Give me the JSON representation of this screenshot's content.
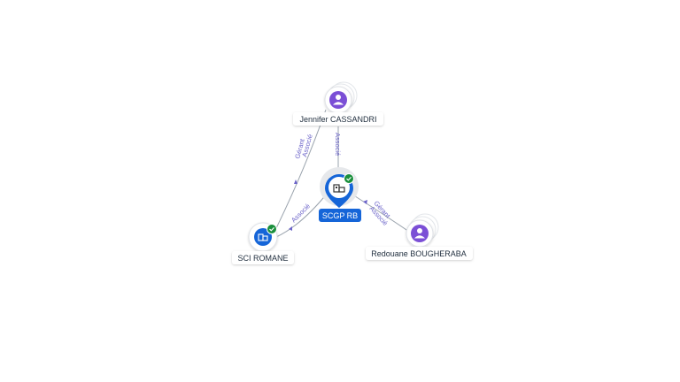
{
  "colors": {
    "company_blue": "#1565d8",
    "person_purple": "#7b4fd6",
    "check_green": "#1a8f3c",
    "edge_gray": "#9aa3ad",
    "edge_label": "#6b63c9"
  },
  "nodes": {
    "center": {
      "name": "SCGP RB",
      "icon": "building-icon",
      "verified": true
    },
    "jennifer": {
      "name": "Jennifer CASSANDRI",
      "icon": "person-icon"
    },
    "redouane": {
      "name": "Redouane BOUGHERABA",
      "icon": "person-icon"
    },
    "sci": {
      "name": "SCI ROMANE",
      "icon": "building-icon",
      "verified": true
    }
  },
  "edges": {
    "jennifer_center": {
      "label": "Associé"
    },
    "jennifer_sci": {
      "label_1": "Gérant",
      "label_2": "Associé"
    },
    "redouane_center": {
      "label_1": "Gérant",
      "label_2": "Associé"
    },
    "sci_center": {
      "label": "Associé"
    }
  }
}
